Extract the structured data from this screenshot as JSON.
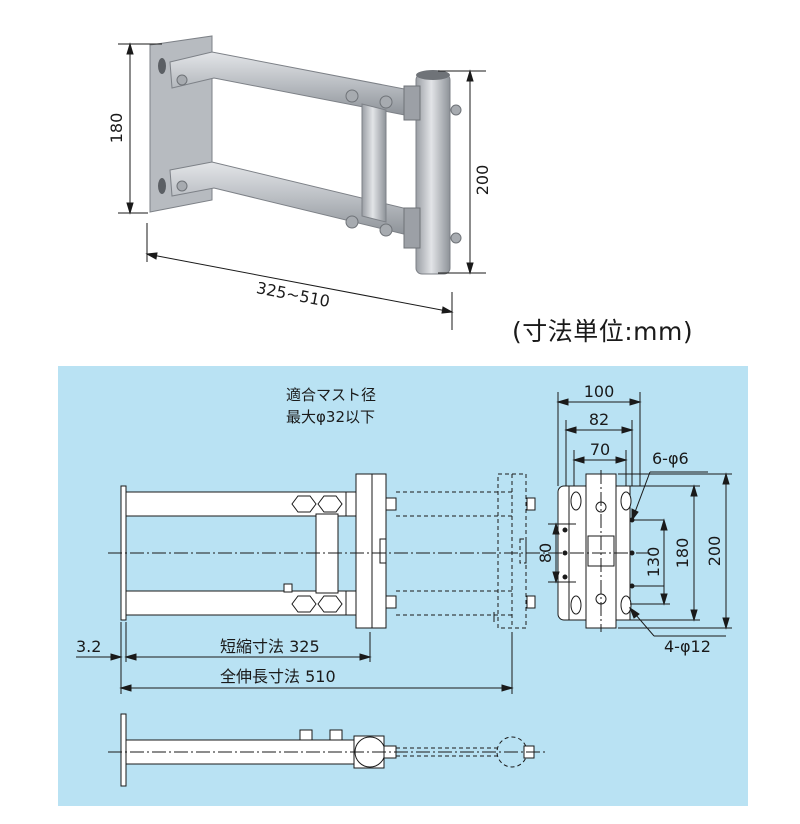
{
  "photo": {
    "height_label": "180",
    "width_label": "325~510",
    "pipe_label": "200"
  },
  "unit_label": "(寸法単位:mm)",
  "drawing": {
    "note_line1": "適合マスト径",
    "note_line2": "最大φ32以下",
    "plate_dims": {
      "w100": "100",
      "w82": "82",
      "w70": "70",
      "holes_small": "6-φ6",
      "holes_large": "4-φ12",
      "h80": "80",
      "h130": "130",
      "h180": "180",
      "h200": "200"
    },
    "thickness": "3.2",
    "short_len": "短縮寸法 325",
    "full_len": "全伸長寸法 510"
  },
  "colors": {
    "panel_bg": "#b9e2f3",
    "line": "#1a1a1a",
    "part_fill": "#ffffff",
    "metal_light": "#c9ccd0",
    "metal_dark": "#8c9096"
  }
}
